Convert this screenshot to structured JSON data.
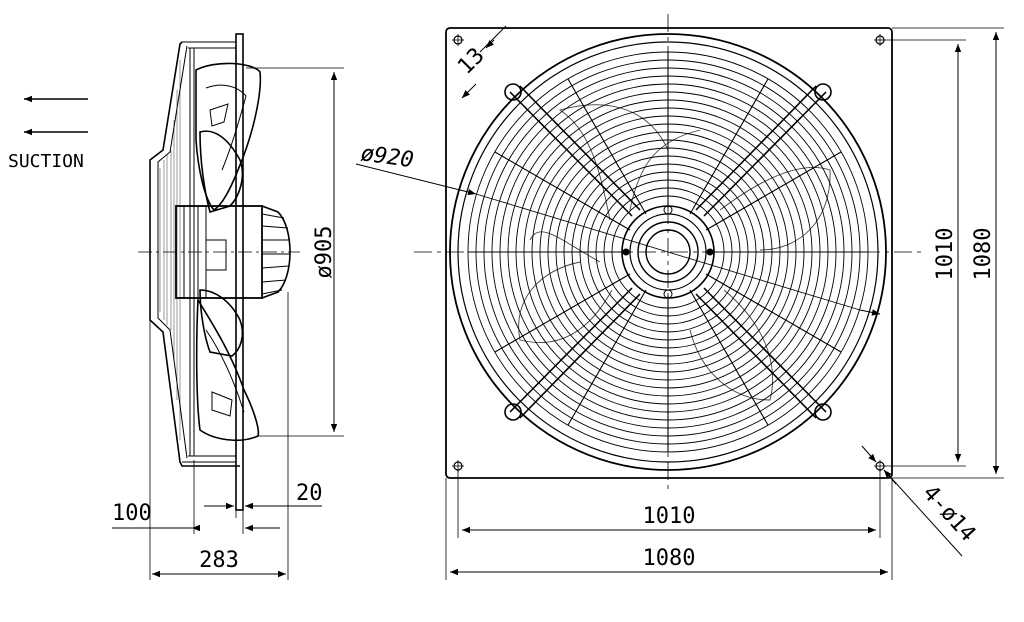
{
  "labels": {
    "suction": "SUCTION"
  },
  "dimensions": {
    "side_impeller_dia": "ø905",
    "side_depth_100": "100",
    "side_total_283": "283",
    "side_flange_20": "20",
    "front_guard_dia": "ø920",
    "front_corner_13": "13",
    "front_hole_span_v": "1010",
    "front_overall_v": "1080",
    "front_hole_span_h": "1010",
    "front_overall_h": "1080",
    "front_holes": "4-ø14"
  },
  "colors": {
    "line": "#000000",
    "background": "#ffffff"
  }
}
